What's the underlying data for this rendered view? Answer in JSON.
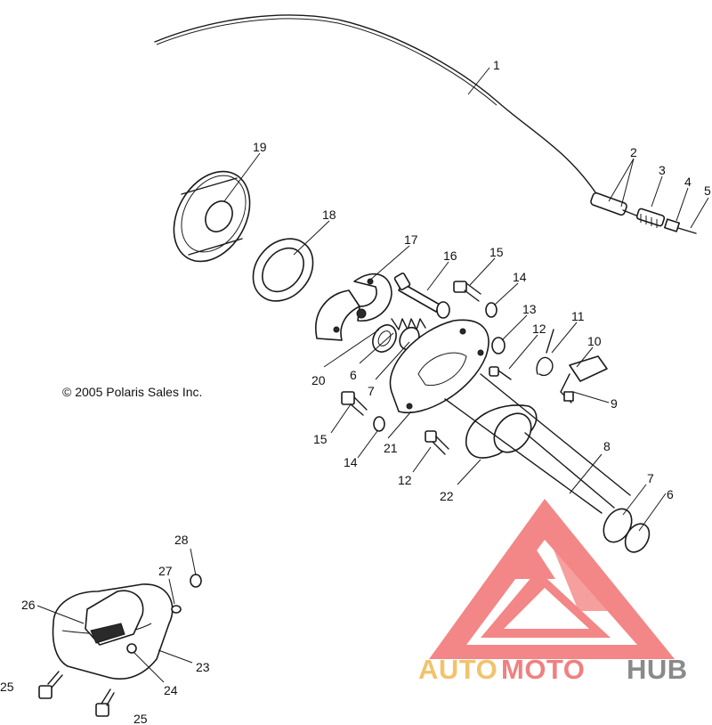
{
  "copyright": "© 2005 Polaris Sales Inc.",
  "callouts": {
    "c1": "1",
    "c2": "2",
    "c3": "3",
    "c4": "4",
    "c5": "5",
    "c6a": "6",
    "c6b": "6",
    "c7a": "7",
    "c7b": "7",
    "c8": "8",
    "c9": "9",
    "c10": "10",
    "c11": "11",
    "c12a": "12",
    "c12b": "12",
    "c13": "13",
    "c14a": "14",
    "c14b": "14",
    "c15a": "15",
    "c15b": "15",
    "c16": "16",
    "c17": "17",
    "c18": "18",
    "c19": "19",
    "c20": "20",
    "c21": "21",
    "c22": "22",
    "c23": "23",
    "c24": "24",
    "c25a": "25",
    "c25b": "25",
    "c26": "26",
    "c27": "27",
    "c28": "28"
  },
  "watermark": {
    "part1": "AUTO",
    "part2": "MOTO",
    "part3": "HUB",
    "color_auto": "#f2c36b",
    "color_moto": "#f08080",
    "color_hub": "#8a8a8a",
    "logo_color": "#f27a7a"
  }
}
